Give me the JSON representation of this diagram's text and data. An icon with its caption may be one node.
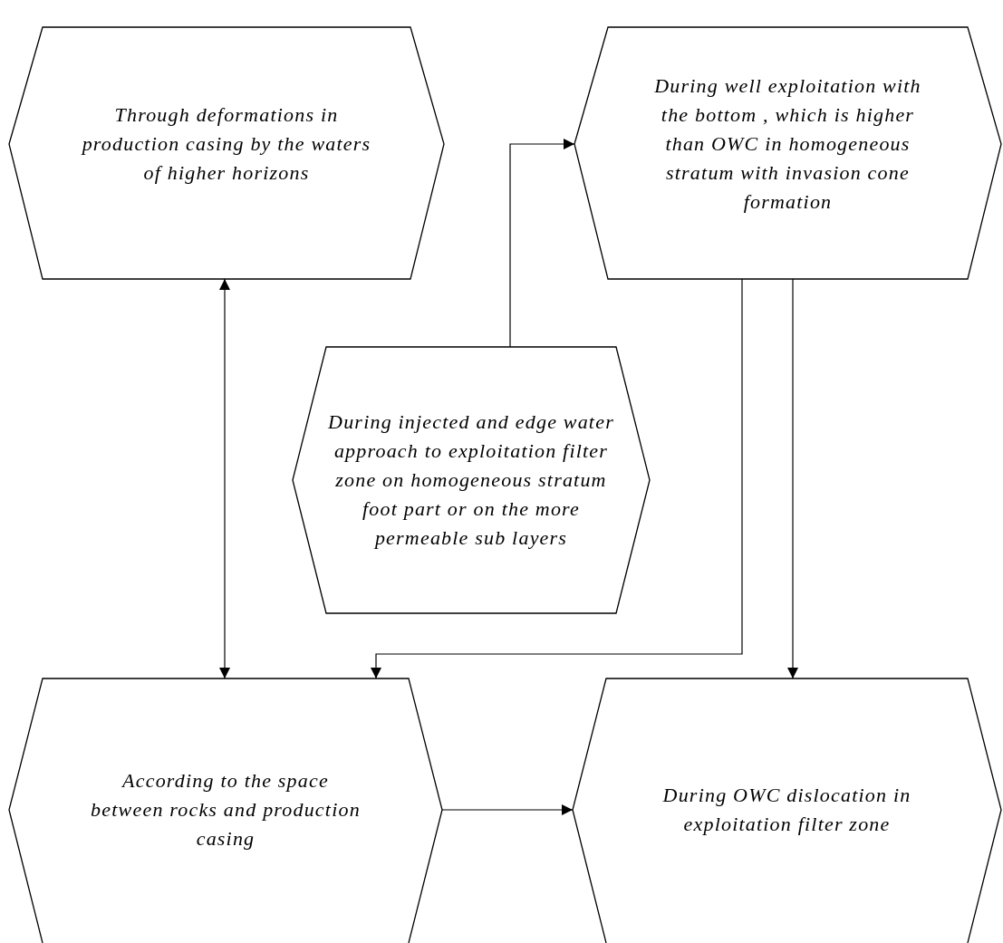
{
  "diagram": {
    "nodes": [
      {
        "text": [
          "Through deformations in production casing by the waters of higher horizons"
        ]
      },
      {
        "text": [
          "During well exploitation with the bottom , which is higher than OWC in homogeneous stratum with invasion cone formation"
        ]
      },
      {
        "text": [
          "During injected and edge water approach to exploitation filter zone on homogeneous stratum foot part or on the more permeable sub layers"
        ]
      },
      {
        "text": [
          "According to the space between rocks and production casing"
        ]
      },
      {
        "text": [
          "During OWC dislocation in exploitation filter zone"
        ]
      }
    ],
    "edges": [
      {
        "from": 0,
        "to": 3,
        "arrow": "both"
      },
      {
        "from": 2,
        "to": 1,
        "arrow": "to"
      },
      {
        "from": 1,
        "to": 3,
        "arrow": "to"
      },
      {
        "from": 1,
        "to": 4,
        "arrow": "to"
      },
      {
        "from": 3,
        "to": 4,
        "arrow": "to"
      }
    ]
  }
}
